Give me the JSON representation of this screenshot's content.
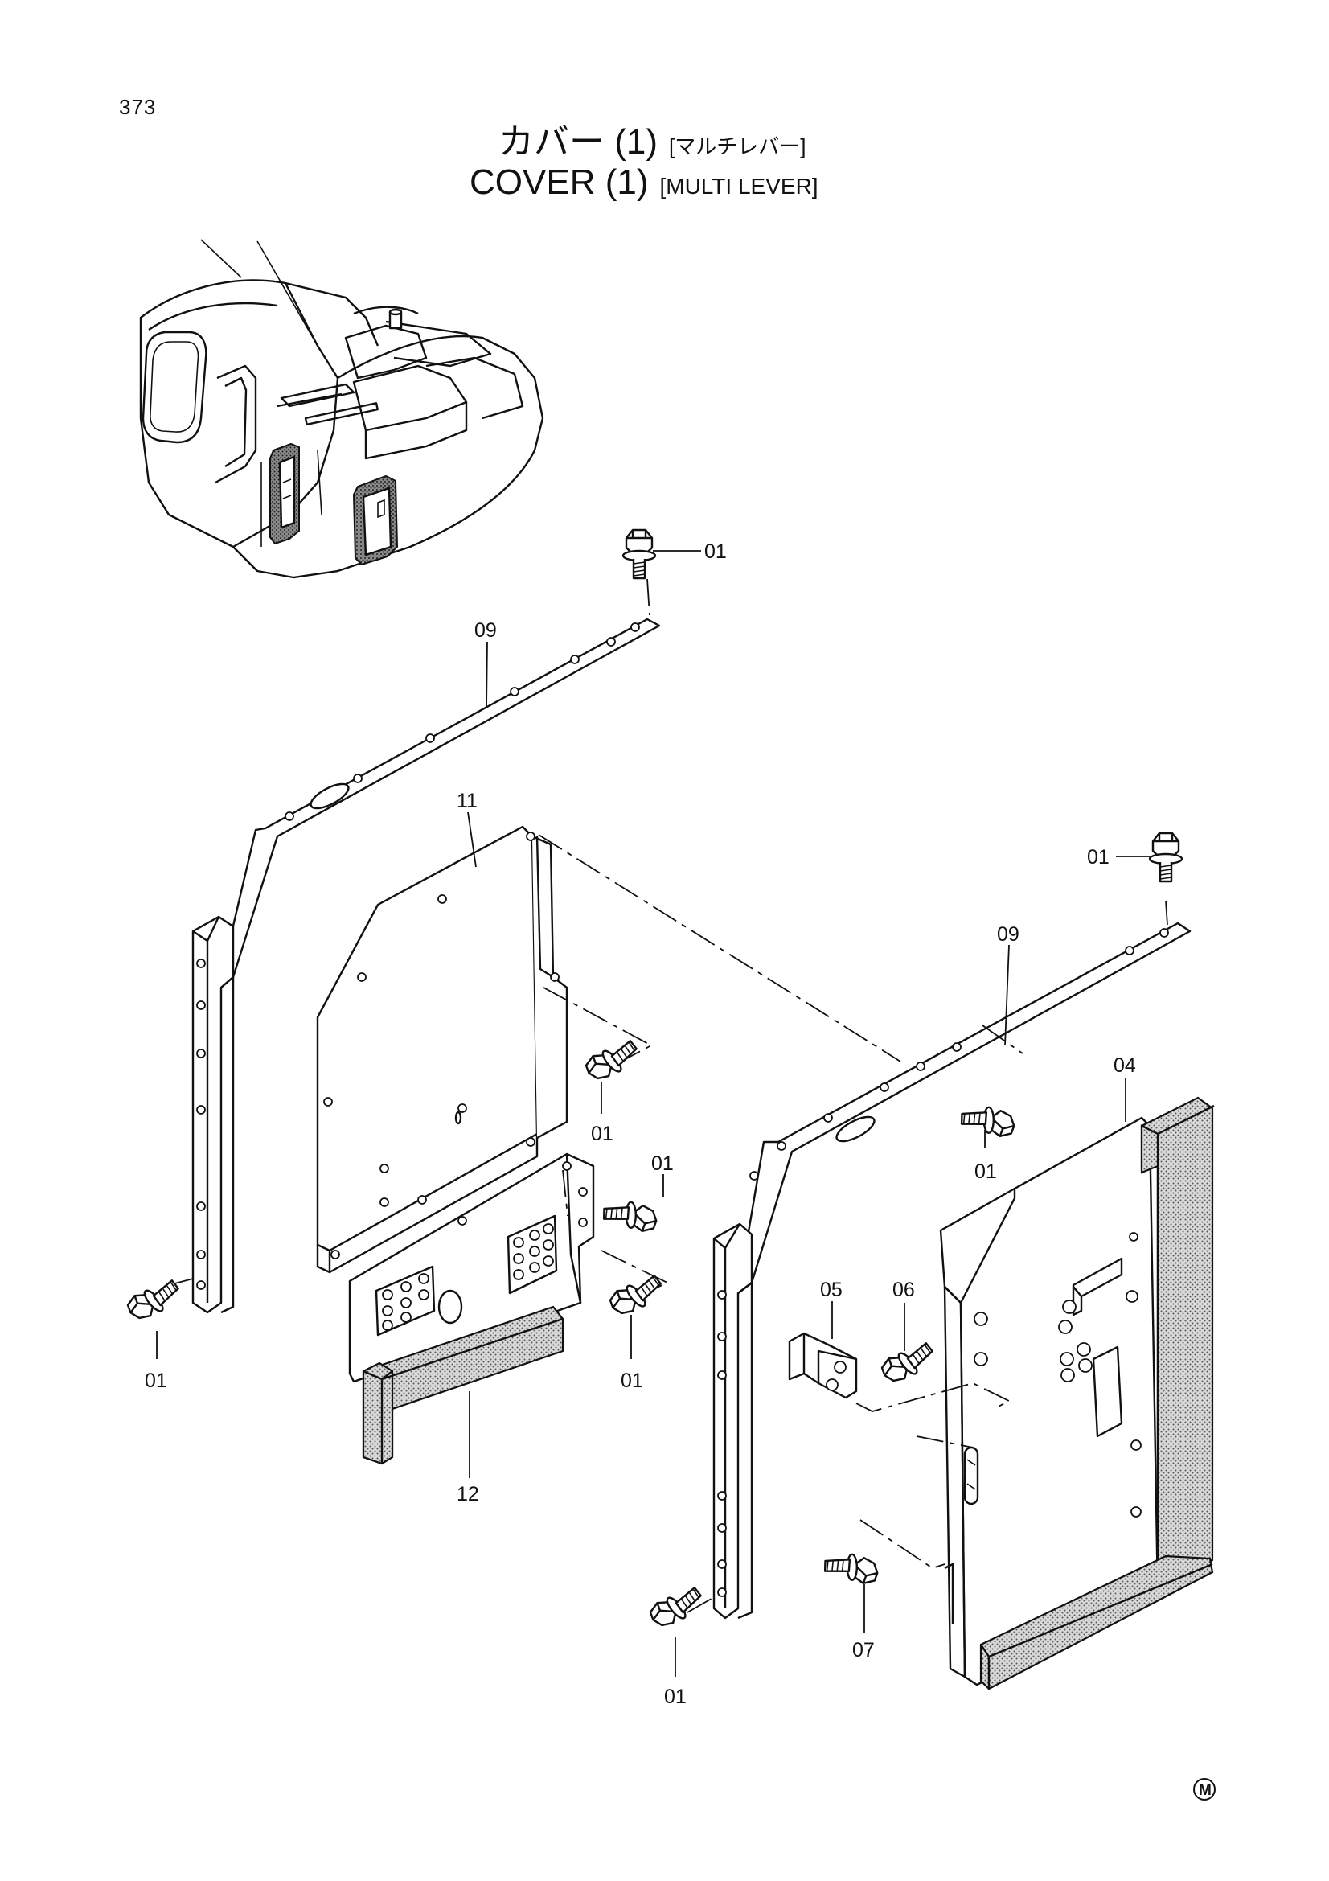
{
  "page_number": "373",
  "title": {
    "jp_main": "カバー (1)",
    "jp_sub": "[マルチレバー]",
    "en_main": "COVER (1)",
    "en_sub": "[MULTI LEVER]"
  },
  "callouts": [
    {
      "id": "callout-01-top",
      "label": "01"
    },
    {
      "id": "callout-09-left",
      "label": "09"
    },
    {
      "id": "callout-11",
      "label": "11"
    },
    {
      "id": "callout-01-right-top",
      "label": "01"
    },
    {
      "id": "callout-09-right",
      "label": "09"
    },
    {
      "id": "callout-04",
      "label": "04"
    },
    {
      "id": "callout-01-mid-a",
      "label": "01"
    },
    {
      "id": "callout-01-mid-b",
      "label": "01"
    },
    {
      "id": "callout-01-mid-c",
      "label": "01"
    },
    {
      "id": "callout-01-mid-d",
      "label": "01"
    },
    {
      "id": "callout-01-left-bottom",
      "label": "01"
    },
    {
      "id": "callout-05",
      "label": "05"
    },
    {
      "id": "callout-06",
      "label": "06"
    },
    {
      "id": "callout-12",
      "label": "12"
    },
    {
      "id": "callout-07",
      "label": "07"
    },
    {
      "id": "callout-01-bottom",
      "label": "01"
    }
  ],
  "footer_mark": "M"
}
